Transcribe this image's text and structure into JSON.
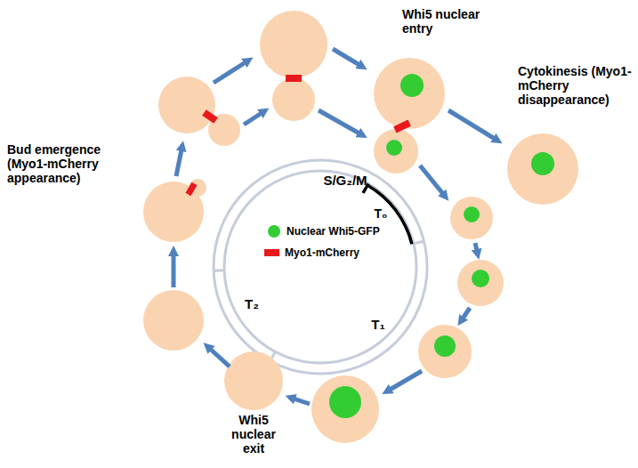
{
  "diagram": {
    "labels": [
      "Whi5 nuclear entry",
      "Cytokinesis (Myo1-mCherry disappearance)",
      "Bud emergence (Myo1-mCherry appearance)",
      "Whi5 nuclear exit",
      "S/G₂/M",
      "T₀",
      "T₁",
      "T₂"
    ],
    "legend": [
      {
        "text": "Nuclear Whi5-GFP",
        "color": "#33CC33"
      },
      {
        "text": "Myo1-mCherry",
        "color": "#E8191B"
      }
    ]
  }
}
